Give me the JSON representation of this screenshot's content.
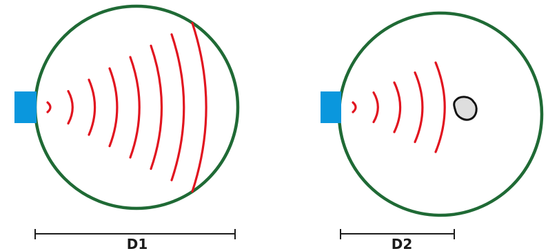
{
  "colors": {
    "circle": "#1f6a35",
    "wave": "#e1141f",
    "probe": "#0a97dd",
    "measure": "#1b1b1b",
    "object_fill": "#dedede",
    "object_stroke": "#111111"
  },
  "diagrams": [
    {
      "id": "d1",
      "measure_label": "D1",
      "wave_count": 8,
      "has_object": false
    },
    {
      "id": "d2",
      "measure_label": "D2",
      "wave_count": 5,
      "has_object": true
    }
  ]
}
